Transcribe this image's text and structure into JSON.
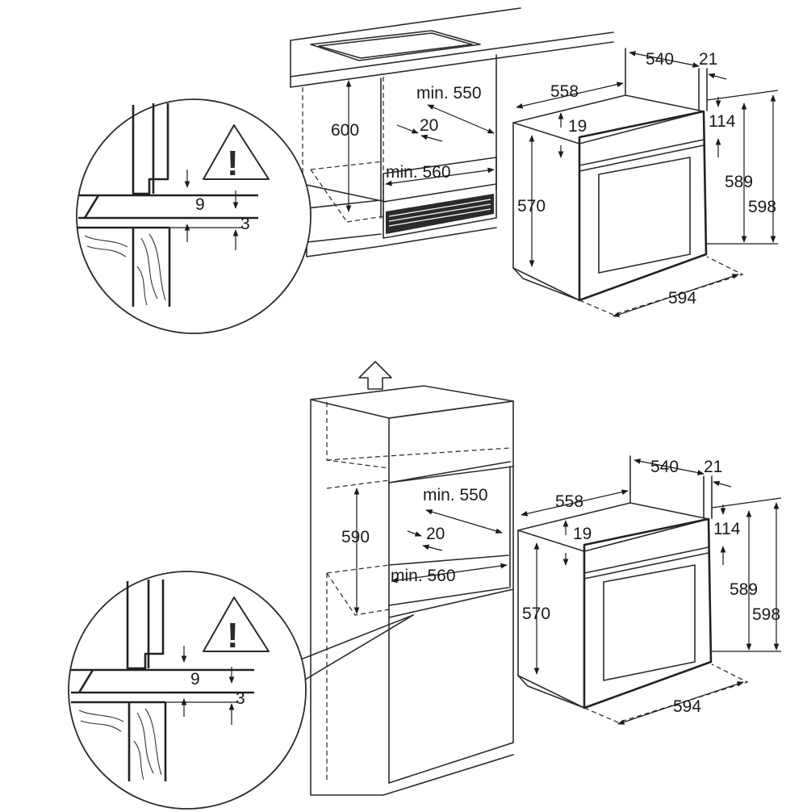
{
  "diagram": {
    "panels": [
      {
        "id": "under-counter",
        "dimensions": {
          "niche_height": "600",
          "niche_depth": "min. 550",
          "rear_gap": "20",
          "niche_width": "min. 560",
          "detail_gap": "9",
          "detail_offset": "3",
          "oven_depth_body": "540",
          "oven_front_thickness": "21",
          "oven_width_body": "558",
          "oven_top_offset": "19",
          "oven_panel_offset": "114",
          "oven_height_body": "570",
          "oven_height_front": "589",
          "oven_height_total": "598",
          "oven_width_total": "594"
        },
        "warning_symbol": "!"
      },
      {
        "id": "tall-unit",
        "dimensions": {
          "niche_height": "590",
          "niche_depth": "min. 550",
          "rear_gap": "20",
          "niche_width": "min. 560",
          "detail_gap": "9",
          "detail_offset": "3",
          "oven_depth_body": "540",
          "oven_front_thickness": "21",
          "oven_width_body": "558",
          "oven_top_offset": "19",
          "oven_panel_offset": "114",
          "oven_height_body": "570",
          "oven_height_front": "589",
          "oven_height_total": "598",
          "oven_width_total": "594"
        },
        "warning_symbol": "!"
      }
    ],
    "icons": [
      "warning-triangle-icon",
      "ventilation-arrow-icon"
    ]
  }
}
